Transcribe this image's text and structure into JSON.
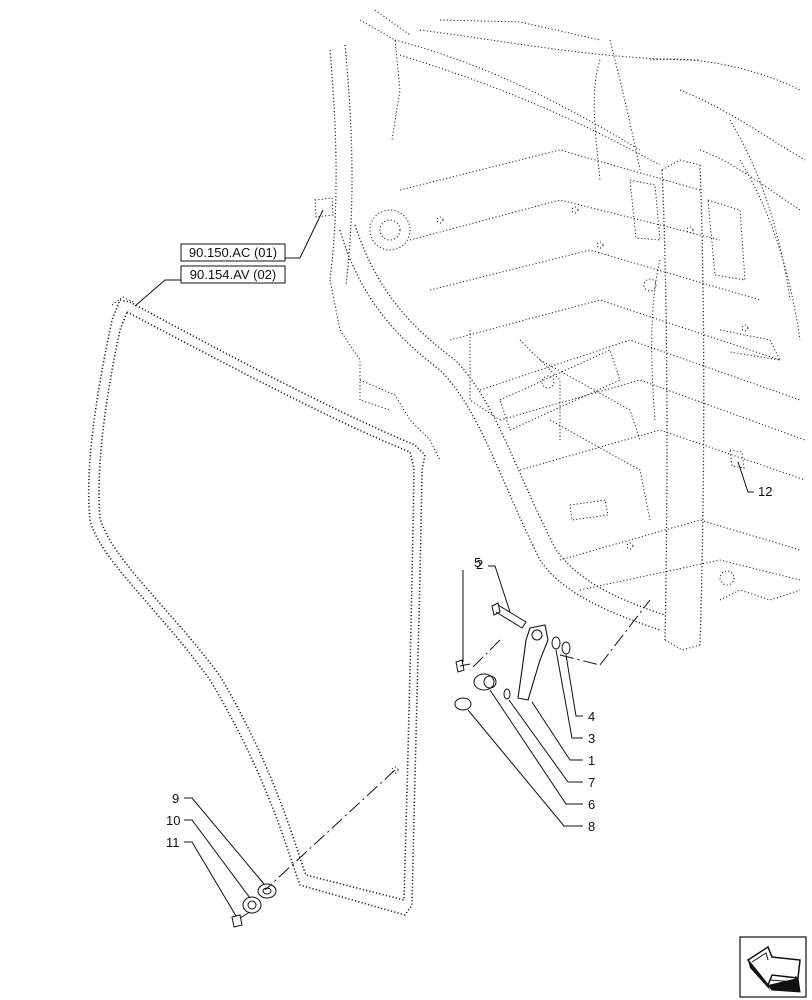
{
  "references": [
    {
      "id": "ref-1",
      "label": "90.150.AC (01)"
    },
    {
      "id": "ref-2",
      "label": "90.154.AV (02)"
    }
  ],
  "callouts": {
    "c1": "1",
    "c2": "2",
    "c3": "3",
    "c4": "4",
    "c5": "5",
    "c6": "6",
    "c7": "7",
    "c8": "8",
    "c9": "9",
    "c10": "10",
    "c11": "11",
    "c12": "12"
  },
  "icons": {
    "nav": "arrow-navigation-icon"
  }
}
